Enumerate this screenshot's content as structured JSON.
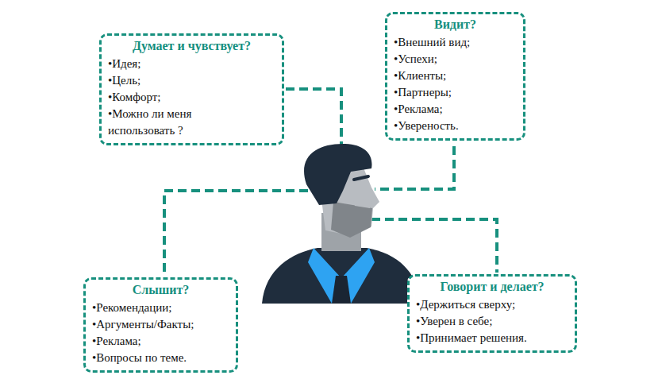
{
  "diagram": {
    "nodes": [
      {
        "text": [
          "Думает и чувствует?",
          "•Идея;",
          "•Цель;",
          "•Комфорт;",
          "•Можно ли меня использовать ?"
        ]
      },
      {
        "text": [
          "Видит?",
          "•Внешний вид;",
          "•Успехи;",
          "•Клиенты;",
          "•Партнеры;",
          "•Реклама;",
          "•Увереность."
        ]
      },
      {
        "text": [
          "Слышит?",
          "•Рекомендации;",
          "•Аргументы/Факты;",
          "•Реклама;",
          "•Вопросы по теме."
        ]
      },
      {
        "text": [
          "Говорит и делает?",
          "•Держиться сверху;",
          "•Уверен в себе;",
          "•Принимает решения."
        ]
      }
    ]
  }
}
